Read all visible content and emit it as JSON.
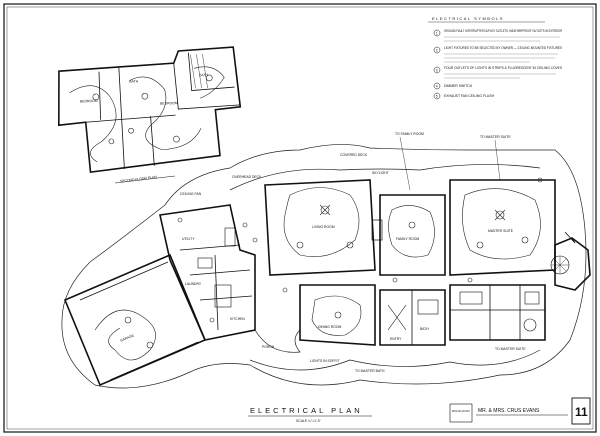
{
  "sheet": {
    "title": "ELECTRICAL PLAN",
    "scale": "SCALE ¼\"=1'-0\"",
    "client": "MR. & MRS. CRUS EVANS",
    "sheet_number": "11",
    "firm": "BRUCE GOFF ARCHITECT"
  },
  "legend": {
    "heading": "ELECTRICAL SYMBOLS",
    "items": [
      {
        "num": "1",
        "text": "GROUND FAULT INTERRUPTER DUPLEX OUTLETS, WEATHERPROOF OUTLETS IN EXTERIOR"
      },
      {
        "num": "2",
        "text": "LIGHT FIXTURES TO BE SELECTED BY OWNER — CEILING MOUNTED FIXTURES"
      },
      {
        "num": "3",
        "text": "FOUR OUTLETS OF LIGHTS IN STRIPS & FLUORESCENT IN CEILING COVES"
      },
      {
        "num": "4",
        "text": "DIMMER SWITCH"
      },
      {
        "num": "5",
        "text": "EXHAUST FAN CEILING FLUSH"
      }
    ]
  },
  "upper_plan": {
    "label": "SECOND FLOOR PLAN",
    "rooms": [
      "BEDROOM",
      "BEDROOM",
      "BATH",
      "BATH"
    ]
  },
  "rooms": {
    "living": "LIVING ROOM",
    "family": "FAMILY ROOM",
    "master": "MASTER SUITE",
    "kitchen": "KITCHEN",
    "dining": "DINING ROOM",
    "garage": "GARAGE",
    "entry": "ENTRY",
    "bath": "BATH",
    "utility": "UTILITY",
    "laundry": "LAUNDRY",
    "porch": "PORCH"
  },
  "notes": {
    "n1": "OVERHEAD DECK",
    "n2": "SKYLIGHT",
    "n3": "COVERED DECK",
    "n4": "TO MASTER SUITE",
    "n5": "TO MASTER SUITE",
    "n6": "TO MASTER BATH",
    "n7": "LIGHTS IN SOFFIT",
    "n8": "CEILING FAN",
    "n9": "TO FAMILY ROOM"
  }
}
